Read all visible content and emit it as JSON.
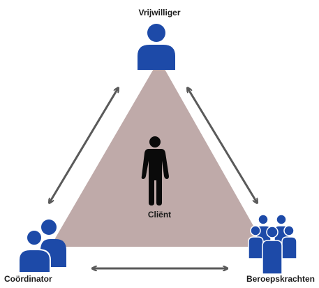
{
  "nodes": {
    "top": {
      "label": "Vrijwilliger",
      "icon": "single-person-icon"
    },
    "left": {
      "label": "Coördinator",
      "icon": "two-people-icon"
    },
    "right": {
      "label": "Beroepskrachten",
      "icon": "group-people-icon"
    },
    "center": {
      "label": "Cliënt",
      "icon": "standing-person-icon"
    }
  },
  "colors": {
    "triangle_fill": "#bfaaa9",
    "icon_blue": "#1d4aa8",
    "arrow": "#5a5a5a",
    "center_figure": "#0a0a0a"
  }
}
